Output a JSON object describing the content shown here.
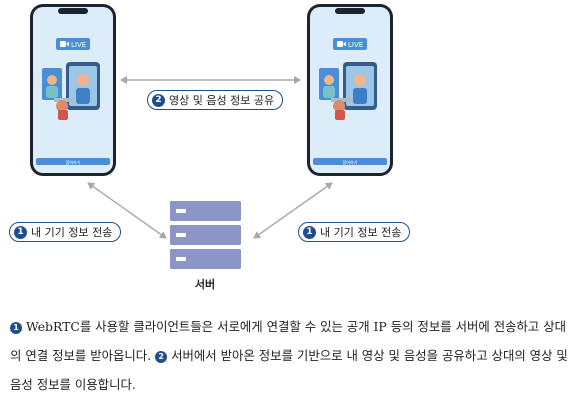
{
  "badges": {
    "one": "1",
    "two": "2"
  },
  "labels": {
    "share": "영상 및 음성 정보 공유",
    "left_send": "내 기기 정보 전송",
    "right_send": "내 기기 정보 전송",
    "server": "서버"
  },
  "phones": {
    "live": "LIVE",
    "bottom_button": "참여하기"
  },
  "description": {
    "part1": "WebRTC를 사용할 클라이언트들은 서로에게 연결할 수 있는 공개 IP 등의 정보를 서버에 전송하고 상대의 연결 정보를 받아옵니다.",
    "part2": "서버에서 받아온 정보를 기반으로 내 영상 및 음성을 공유하고 상대의 영상 및 음성 정보를 이용합니다."
  },
  "colors": {
    "phone_bg": "#dcecf8",
    "phone_frame": "#1c2430",
    "accent_blue": "#4a8fd6",
    "badge": "#1f4e8c",
    "server": "#8b96c7",
    "arrow": "#a9a9a9"
  }
}
